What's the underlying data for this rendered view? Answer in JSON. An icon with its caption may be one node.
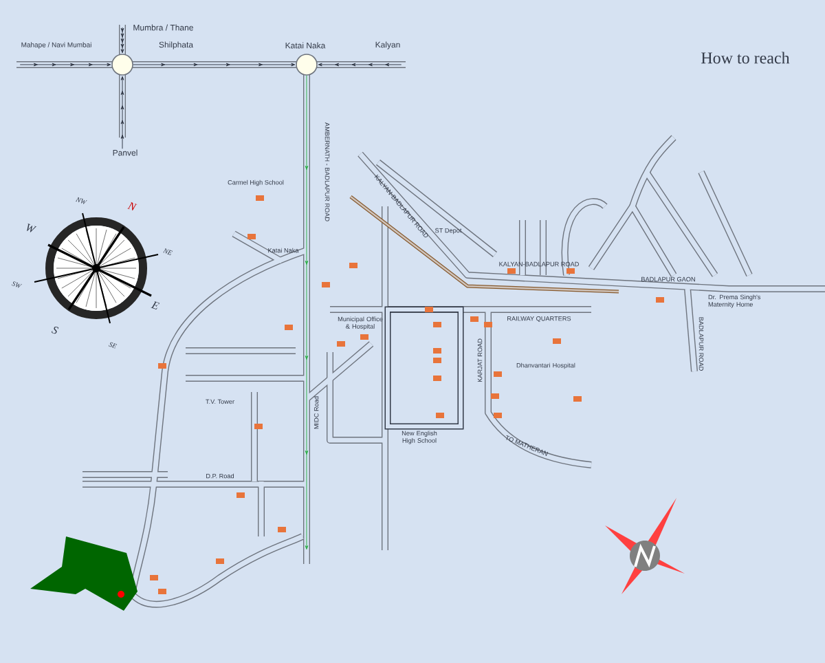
{
  "diagram": {
    "title": "How to reach",
    "nodes": [
      {
        "text": [],
        "shape": "circle"
      },
      {
        "text": [],
        "shape": "circle",
        "beside": [
          "Katai Naka"
        ]
      },
      {
        "text": [
          "Mumbra / Thane"
        ]
      },
      {
        "text": [
          "Mahape / Navi Mumbai"
        ]
      },
      {
        "text": [
          "Kalyan"
        ]
      },
      {
        "text": [
          "Panvel"
        ]
      }
    ],
    "edges": [
      {
        "from": 0,
        "to": 1,
        "arrow": "to"
      },
      {
        "from": 4,
        "to": 1,
        "arrow": "to"
      },
      {
        "from": 3,
        "to": 0,
        "arrow": "to"
      },
      {
        "from": 2,
        "to": 0,
        "arrow": "to"
      },
      {
        "from": 5,
        "to": 0,
        "arrow": "to"
      },
      {
        "from": 1,
        "to": null,
        "arrow": "to",
        "color": "#2fae4a"
      }
    ],
    "labels": [
      "Shilphata",
      "AMBERNATH - BADLAPUR ROAD",
      "Carmel High School",
      "Katai Naka",
      "KALYAN-BADLAPUR ROAD",
      "ST Depot",
      "KALYAN-BADLAPUR ROAD",
      "BADLAPUR GAON",
      "Dr. Prema Singh's Maternity Home",
      "BADLAPUR ROAD",
      "RAILWAY QUARTERS",
      "KARJAT ROAD",
      "Dhanvantari Hospital",
      "Municipal Office & Hospital",
      "MIDC Road",
      "T.V. Tower",
      "New English High School",
      "D.P. Road",
      "TO MATHERAN",
      "NW",
      "N",
      "W",
      "NE",
      "SW",
      "E",
      "S",
      "SE"
    ]
  }
}
